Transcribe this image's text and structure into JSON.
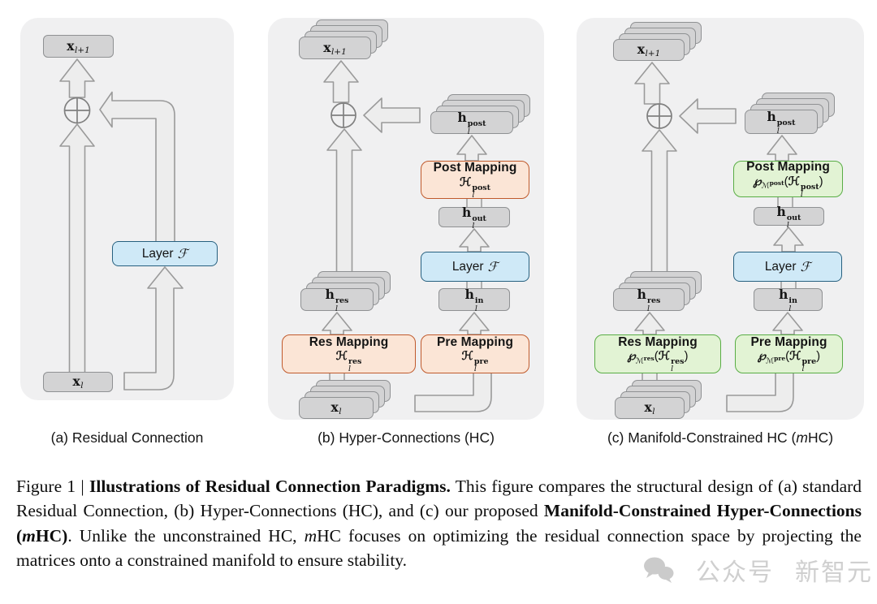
{
  "figure": {
    "panels": {
      "a": {
        "caption": "(a) Residual Connection",
        "x_out": {
          "base": "x",
          "sub": "l+1"
        },
        "layer": {
          "label": "Layer",
          "symbol": "ℱ"
        },
        "x_in": {
          "base": "x",
          "sub": "l"
        }
      },
      "b": {
        "caption": "(b) Hyper-Connections (HC)",
        "x_out": {
          "base": "x",
          "sub": "l+1"
        },
        "h_post": {
          "base": "h",
          "sub": "l",
          "sup": "post"
        },
        "post_mapping": {
          "title": "Post Mapping",
          "symbol": "ℋ",
          "sub": "l",
          "sup": "post"
        },
        "h_out": {
          "base": "h",
          "sub": "l",
          "sup": "out"
        },
        "layer": {
          "label": "Layer",
          "symbol": "ℱ"
        },
        "h_in": {
          "base": "h",
          "sub": "l",
          "sup": "in"
        },
        "res_mapping": {
          "title": "Res Mapping",
          "symbol": "ℋ",
          "sub": "l",
          "sup": "res"
        },
        "pre_mapping": {
          "title": "Pre Mapping",
          "symbol": "ℋ",
          "sub": "l",
          "sup": "pre"
        },
        "h_res": {
          "base": "h",
          "sub": "l",
          "sup": "res"
        },
        "x_in": {
          "base": "x",
          "sub": "l"
        }
      },
      "c": {
        "caption_prefix": "(c) Manifold-Constrained HC (",
        "caption_italic": "m",
        "caption_suffix": "HC)",
        "x_out": {
          "base": "x",
          "sub": "l+1"
        },
        "h_post": {
          "base": "h",
          "sub": "l",
          "sup": "post"
        },
        "post_mapping": {
          "title": "Post Mapping",
          "proj": "℘",
          "manifold": "ℳ",
          "manifold_sup": "post",
          "open": "(",
          "symbol": "ℋ",
          "sub": "l",
          "sup": "post",
          "close": ")"
        },
        "h_out": {
          "base": "h",
          "sub": "l",
          "sup": "out"
        },
        "layer": {
          "label": "Layer",
          "symbol": "ℱ"
        },
        "h_in": {
          "base": "h",
          "sub": "l",
          "sup": "in"
        },
        "res_mapping": {
          "title": "Res Mapping",
          "proj": "℘",
          "manifold": "ℳ",
          "manifold_sup": "res",
          "open": "(",
          "symbol": "ℋ",
          "sub": "l",
          "sup": "res",
          "close": ")"
        },
        "pre_mapping": {
          "title": "Pre Mapping",
          "proj": "℘",
          "manifold": "ℳ",
          "manifold_sup": "pre",
          "open": "(",
          "symbol": "ℋ",
          "sub": "l",
          "sup": "pre",
          "close": ")"
        },
        "h_res": {
          "base": "h",
          "sub": "l",
          "sup": "res"
        },
        "x_in": {
          "base": "x",
          "sub": "l"
        }
      }
    },
    "caption": {
      "parts": [
        {
          "t": "Figure 1 | "
        },
        {
          "t": "Illustrations of Residual Connection Paradigms."
        },
        {
          "t": " This figure compares the structural design of (a) standard Residual Connection, (b) Hyper-Connections (HC), and (c) our proposed "
        },
        {
          "t": "Manifold-Constrained Hyper-Connections ("
        },
        {
          "t": "m"
        },
        {
          "t": "HC)"
        },
        {
          "t": ". Unlike the unconstrained HC, "
        },
        {
          "t": "m"
        },
        {
          "t": "HC focuses on optimizing the residual connection space by projecting the matrices onto a constrained manifold to ensure stability."
        }
      ]
    },
    "watermark": {
      "icon": "wechat-bubbles-icon",
      "label_1": "公众号",
      "label_2": "新智元"
    },
    "colors": {
      "panel_bg": "#f0f0f1",
      "card_fill": "#d3d3d4",
      "card_border": "#8f9193",
      "arrow_fill": "#ededed",
      "arrow_stroke": "#9a9a9a",
      "blue_fill": "#cfe9f7",
      "blue_border": "#27607f",
      "orange_fill": "#fbe5d6",
      "orange_border": "#c05a2c",
      "green_fill": "#e2f3d4",
      "green_border": "#59ad45"
    }
  }
}
